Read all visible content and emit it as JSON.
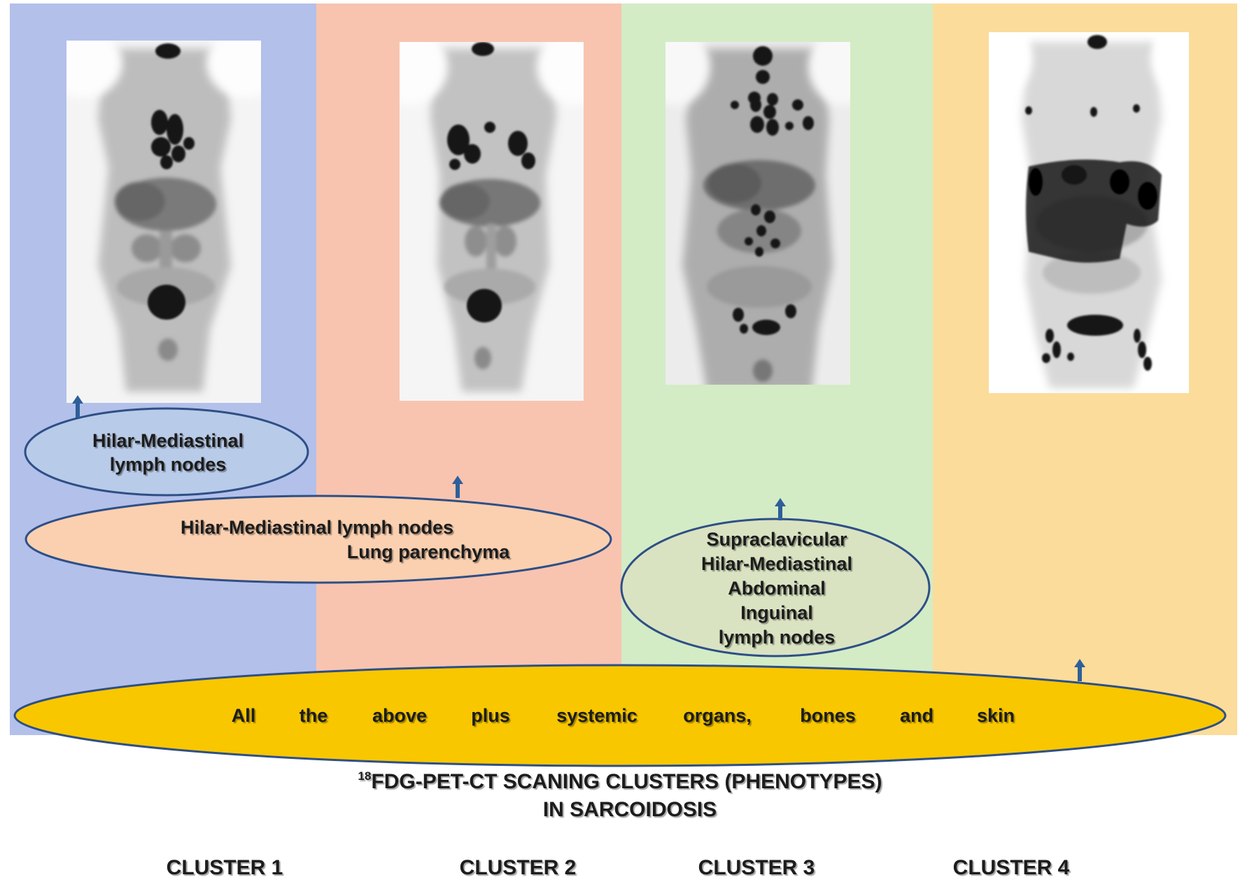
{
  "colors": {
    "cluster1_band": "#b3c0ea",
    "cluster2_band": "#f8c4b0",
    "cluster3_band": "#d3ecc6",
    "cluster4_band": "#fbdc9a",
    "ellipse1_fill": "#b8cbe8",
    "ellipse2_fill": "#fbd0b0",
    "ellipse3_fill": "#d9e3c2",
    "ellipse_all_fill": "#f8c700",
    "ellipse_stroke": "#2e4f86",
    "arrow": "#2e5f9a"
  },
  "panels": [
    {
      "cluster_label": "CLUSTER 1",
      "scan_icon": "pet-ct-mip-scan-image"
    },
    {
      "cluster_label": "CLUSTER 2",
      "scan_icon": "pet-ct-mip-scan-image"
    },
    {
      "cluster_label": "CLUSTER 3",
      "scan_icon": "pet-ct-mip-scan-image"
    },
    {
      "cluster_label": "CLUSTER 4",
      "scan_icon": "pet-ct-mip-scan-image"
    }
  ],
  "ellipses": {
    "cluster1": [
      "Hilar-Mediastinal",
      "lymph nodes"
    ],
    "cluster2": [
      "Hilar-Mediastinal lymph nodes",
      "Lung parenchyma"
    ],
    "cluster3": [
      "Supraclavicular",
      "Hilar-Mediastinal",
      "Abdominal",
      "Inguinal",
      "lymph nodes"
    ],
    "all": [
      "All",
      "the",
      "above",
      "plus",
      "systemic",
      "organs,",
      "bones",
      "and",
      "skin"
    ]
  },
  "title": {
    "superscript": "18",
    "line1": "FDG-PET-CT SCANING CLUSTERS (PHENOTYPES)",
    "line2": "IN SARCOIDOSIS"
  },
  "icons": {
    "pointer": "arrow-up-icon"
  }
}
